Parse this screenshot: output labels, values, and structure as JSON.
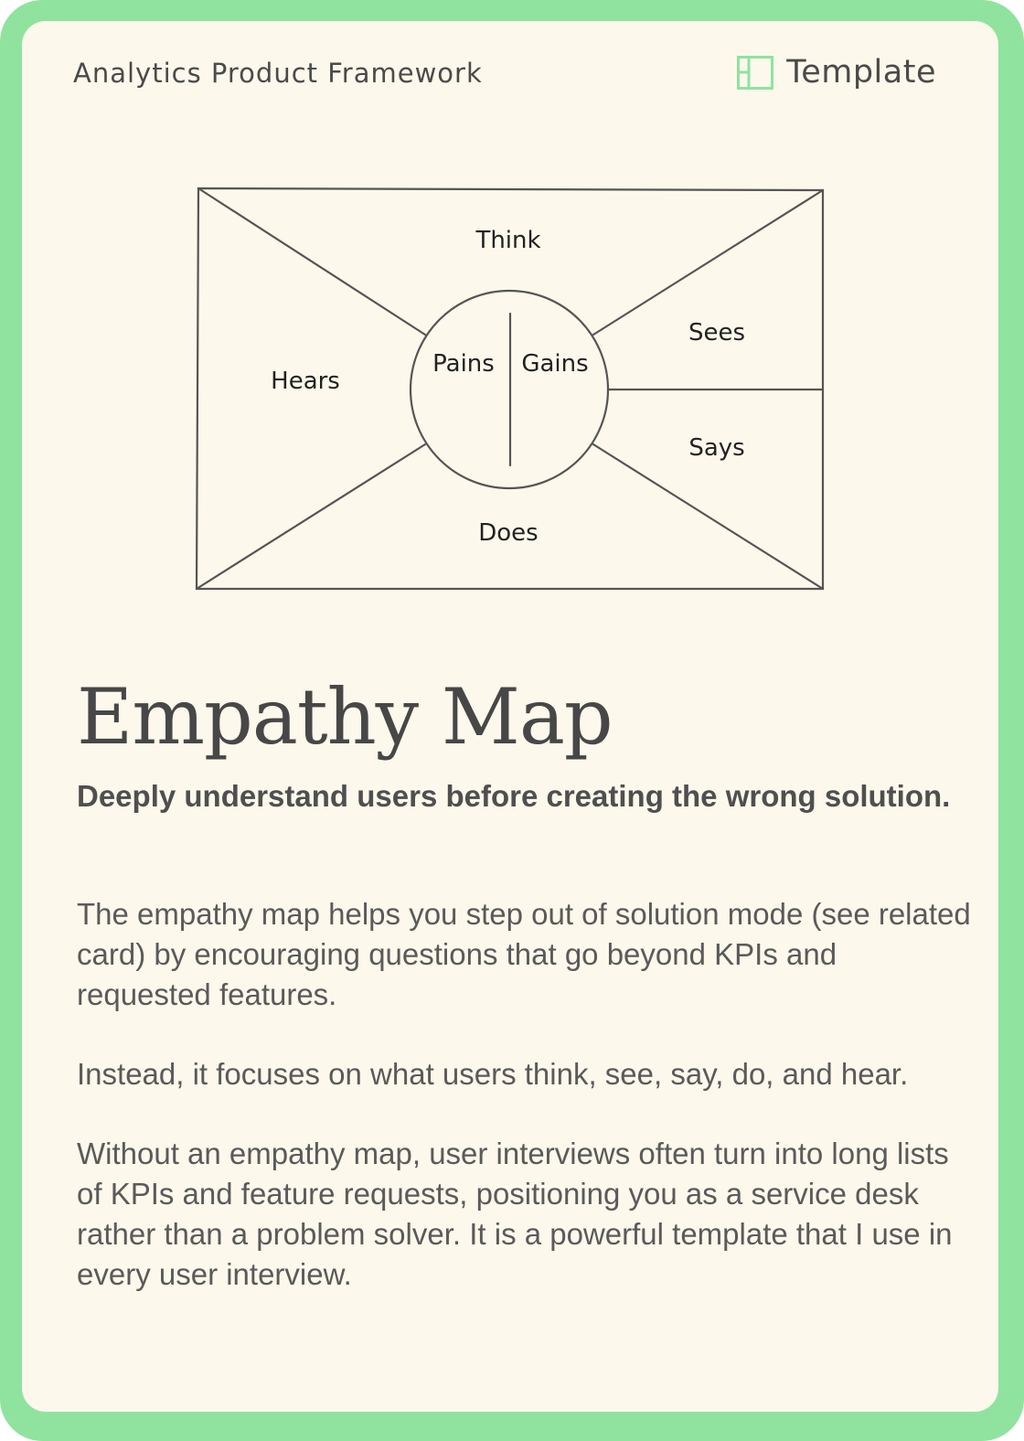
{
  "header": {
    "framework_title": "Analytics Product Framework",
    "tag_label": "Template",
    "tag_icon": "layout-template-icon"
  },
  "diagram": {
    "labels": {
      "think": "Think",
      "hears": "Hears",
      "sees": "Sees",
      "says": "Says",
      "does": "Does",
      "pains": "Pains",
      "gains": "Gains"
    }
  },
  "content": {
    "title": "Empathy Map",
    "subtitle": "Deeply understand users before creating the wrong solution.",
    "paragraphs": [
      "The empathy map helps you step out of solution mode (see related card) by encouraging questions that go beyond KPIs and requested features.",
      "Instead, it focuses on what users think, see, say, do, and hear.",
      "Without an empathy map, user interviews often turn into long lists of KPIs and feature requests, positioning you as a service desk rather than a problem solver. It is a powerful template that I use in every user interview."
    ]
  },
  "colors": {
    "frame": "#8fe39e",
    "card": "#fdf8ec",
    "ink": "#4a4a4a",
    "icon": "#8fe39e"
  }
}
